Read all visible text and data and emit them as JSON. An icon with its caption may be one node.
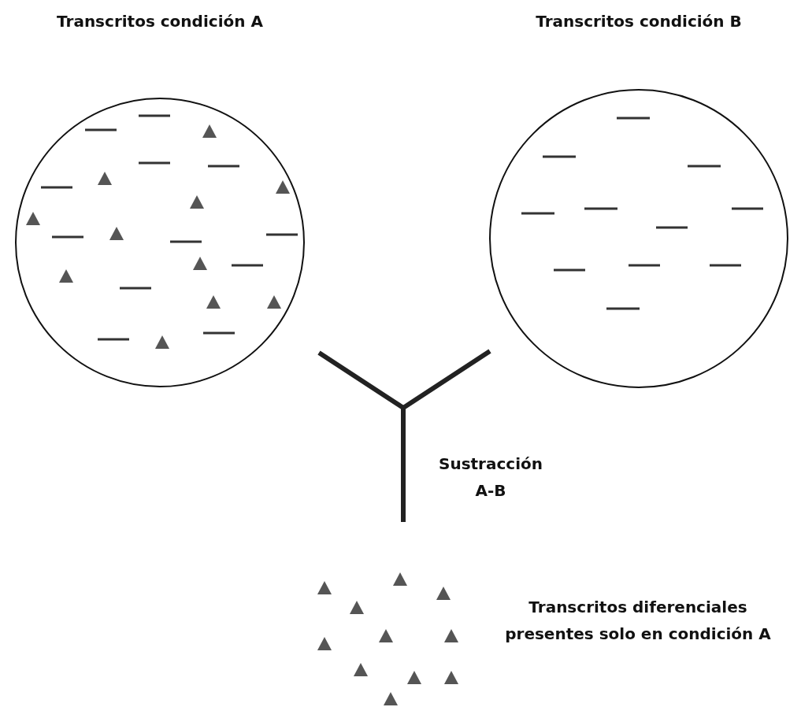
{
  "diagram": {
    "nodes": [
      {
        "text": [
          "Transcritos condición A"
        ]
      },
      {
        "text": [
          "Transcritos condición B"
        ]
      },
      {
        "text": [],
        "shape": "picture",
        "beside": [
          "Transcritos diferenciales presentes solo en condición A"
        ]
      }
    ],
    "edges": [
      {
        "from": 0,
        "to": 2,
        "arrow": "none"
      },
      {
        "from": 1,
        "to": 2,
        "arrow": "none"
      }
    ],
    "labels": [
      "Sustracción A-B"
    ]
  }
}
